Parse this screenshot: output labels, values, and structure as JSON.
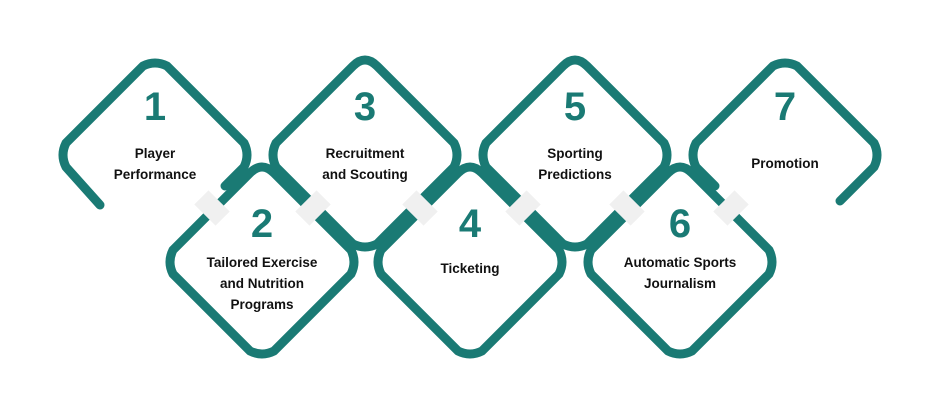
{
  "colors": {
    "accent": "#1a7a74",
    "text": "#111111",
    "gap": "#f0f0f0"
  },
  "steps": [
    {
      "number": "1",
      "label": [
        "Player",
        "Performance"
      ]
    },
    {
      "number": "2",
      "label": [
        "Tailored Exercise",
        "and Nutrition",
        "Programs"
      ]
    },
    {
      "number": "3",
      "label": [
        "Recruitment",
        "and Scouting"
      ]
    },
    {
      "number": "4",
      "label": [
        "Ticketing"
      ]
    },
    {
      "number": "5",
      "label": [
        "Sporting",
        "Predictions"
      ]
    },
    {
      "number": "6",
      "label": [
        "Automatic Sports",
        "Journalism"
      ]
    },
    {
      "number": "7",
      "label": [
        "Promotion"
      ]
    }
  ]
}
